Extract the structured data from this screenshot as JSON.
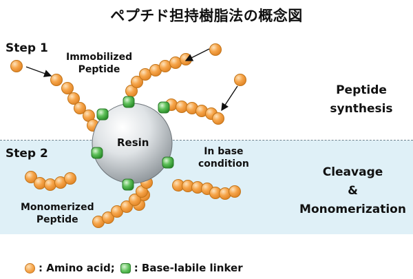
{
  "title": "ペプチド担持樹脂法の概念図",
  "step1": "Step 1",
  "step2": "Step 2",
  "immobilized_line1": "Immobilized",
  "immobilized_line2": "Peptide",
  "monomerized_line1": "Monomerized",
  "monomerized_line2": "Peptide",
  "resin": "Resin",
  "base_line1": "In base",
  "base_line2": "condition",
  "right_top_line1": "Peptide",
  "right_top_line2": "synthesis",
  "right_bottom_line1": "Cleavage",
  "right_bottom_line2": "&",
  "right_bottom_line3": "Monomerization",
  "legend_amino": ": Amino acid;",
  "legend_linker": ": Base-labile linker",
  "colors": {
    "amino_acid": "#f6a54a",
    "linker": "#5fc05a",
    "resin": "#c9ced2",
    "step2_background": "#dff0f7"
  },
  "icons": [
    "amino-acid-bead",
    "linker-bead",
    "resin-sphere",
    "arrow"
  ]
}
